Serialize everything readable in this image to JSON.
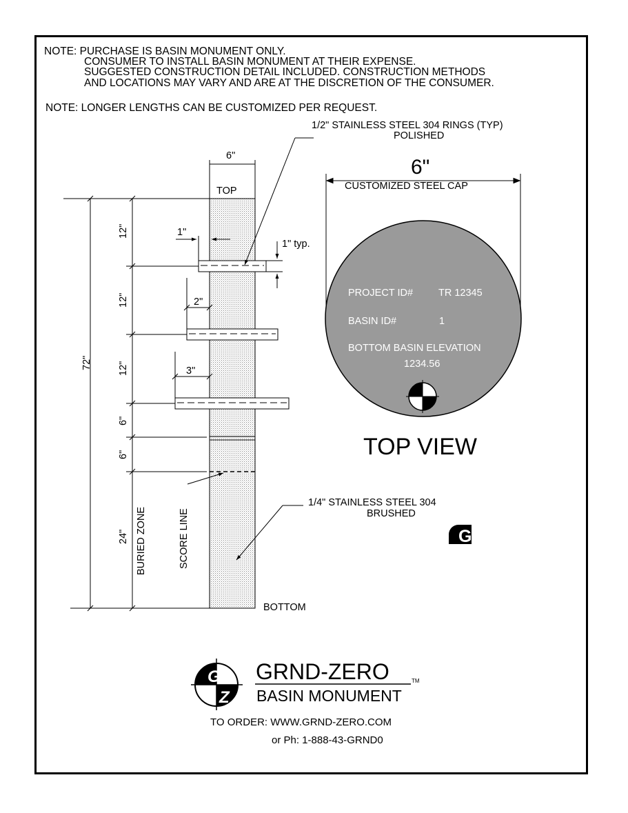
{
  "notes": {
    "purchase": [
      "NOTE: PURCHASE IS BASIN MONUMENT ONLY.",
      "CONSUMER TO INSTALL BASIN MONUMENT AT THEIR EXPENSE.",
      "SUGGESTED CONSTRUCTION DETAIL INCLUDED.  CONSTRUCTION METHODS",
      "AND LOCATIONS MAY VARY AND ARE AT THE DISCRETION OF THE CONSUMER."
    ],
    "lengths": "NOTE: LONGER LENGTHS CAN BE CUSTOMIZED PER REQUEST."
  },
  "rings_callout": [
    "1/2\" STAINLESS STEEL 304 RINGS (TYP)",
    "POLISHED"
  ],
  "post": {
    "width_dim": "6\"",
    "top_label": "TOP",
    "bottom_label": "BOTTOM",
    "total_dim": "72\"",
    "segments": [
      "12\"",
      "12\"",
      "12\"",
      "6\"",
      "6\"",
      "24\""
    ],
    "buried_zone": "BURIED ZONE",
    "score_line": "SCORE LINE",
    "ring_dims": [
      "1\"",
      "2\"",
      "3\""
    ],
    "ring_thickness": "1\" typ.",
    "material_callout": [
      "1/4\" STAINLESS STEEL 304",
      "BRUSHED"
    ]
  },
  "top_view": {
    "cap_dim": "6\"",
    "cap_label": "CUSTOMIZED STEEL CAP",
    "project_label": "PROJECT ID#",
    "project_value": "TR 12345",
    "basin_label": "BASIN ID#",
    "basin_value": "1",
    "elevation_label": "BOTTOM BASIN ELEVATION",
    "elevation_value": "1234.56",
    "title": "TOP VIEW",
    "cap_color": "#9a9a9a"
  },
  "small_logo_letter": "G",
  "brand": {
    "logo_letters": [
      "G",
      "Z"
    ],
    "name": "GRND-ZERO",
    "tm": "TM",
    "product": "BASIN MONUMENT",
    "order": "TO ORDER: WWW.GRND-ZERO.COM",
    "phone": "or Ph: 1-888-43-GRND0"
  }
}
